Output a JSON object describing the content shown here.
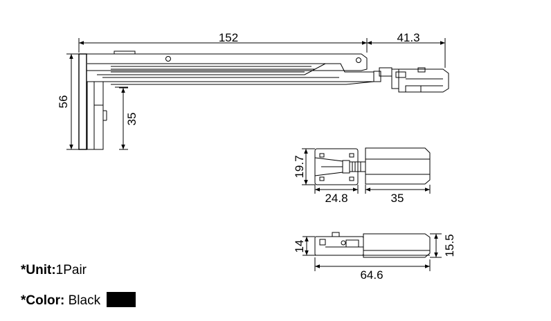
{
  "dimensions": {
    "length": "152",
    "extension": "41.3",
    "height": "56",
    "depth": "35",
    "top_width": "19.7",
    "top_left_len": "24.8",
    "top_right_len": "35",
    "side_left_h": "14",
    "side_right_h": "15.5",
    "side_total_len": "64.6"
  },
  "info": {
    "unit_label": "*Unit:",
    "unit_value": "1Pair",
    "color_label": "*Color:",
    "color_value": "Black",
    "color_swatch": "#000000"
  }
}
